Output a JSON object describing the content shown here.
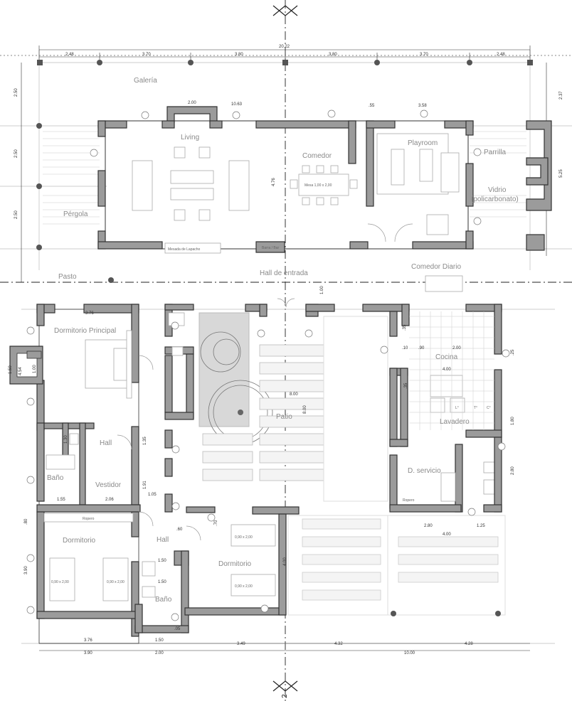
{
  "rooms": {
    "galeria": "Galería",
    "living": "Living",
    "comedor": "Comedor",
    "playroom": "Playroom",
    "parrilla": "Parrilla",
    "vidrio": "Vidrio",
    "policarbonato": "(policarbonato)",
    "pergola": "Pérgola",
    "pasto": "Pasto",
    "hall_entrada": "Hall de entrada",
    "comedor_diario": "Comedor Diario",
    "dormitorio_principal": "Dormitorio Principal",
    "hall_1": "Hall",
    "bano_1": "Baño",
    "vestidor": "Vestidor",
    "patio": "Patio",
    "cocina": "Cocina",
    "lavadero": "Lavadero",
    "d_servicio": "D. servicio",
    "dormitorio_1": "Dormitorio",
    "hall_2": "Hall",
    "dormitorio_2": "Dormitorio",
    "bano_2": "Baño"
  },
  "notes": {
    "mesada_lapacho": "Mesada de Lapacho",
    "barra_bar": "Barra / Bar",
    "mesa": "Mesa 1,00 x 2,00",
    "ropero_1": "Ropero",
    "ropero_2": "Ropero",
    "cama_1": "0,90 x 2,00",
    "cama_2": "0,90 x 2,00",
    "cama_3": "0,90 x 2,00",
    "cama_4": "0,90 x 2,00",
    "lavarropas": "L°",
    "termotanque": "T°",
    "caldera": "C°"
  },
  "dims": {
    "total_width": "20.22",
    "top_1": "2.48",
    "top_2": "3.70",
    "top_3": "3.80",
    "top_4": "3.80",
    "top_5": "3.70",
    "top_6": "2.48",
    "left_1": "2.50",
    "left_2": "2.50",
    "left_3": "2.50",
    "right_1": "2.37",
    "right_2": "5.25",
    "living_bay": "2.00",
    "living_width": "10.63",
    "playroom_a": ".55",
    "playroom_b": "3.58",
    "comedor_h": "4.76",
    "hall_h": "1.00",
    "dorm_w": "3.76",
    "dorm_h": "4.54",
    "dorm_side_a": "1.50",
    "dorm_side_b": "1.00",
    "bano_a": "1.30",
    "hall_a": "1.35",
    "hall_b": "1.91",
    "vest_a": "1.55",
    "vest_b": "2.06",
    "vest_c": "1.05",
    "patio_w": "8.00",
    "patio_h": "8.00",
    "cocina_a": ".35",
    "cocina_b": ".10",
    "cocina_c": ".90",
    "cocina_d": "2.00",
    "cocina_e": "4.00",
    "cocina_f": ".35",
    "right_3": ".25",
    "lav_h": "1.80",
    "serv_h": "2.80",
    "serv_w": "2.80",
    "serv_total": "4.00",
    "serv_c": "1.25",
    "dorm2_a": ".80",
    "dorm2_h": "3.90",
    "hall2_a": "1.50",
    "hall2_b": ".70",
    "hall2_c": ".60",
    "hall2_d": "1.50",
    "bath2_a": ".05",
    "dorm3_h": "4.00",
    "bottom_1": "3.76",
    "bottom_2": "3.90",
    "bottom_3": "1.50",
    "bottom_4": "2.00",
    "bottom_5": "3.49",
    "bottom_6": "4.32",
    "bottom_7": "10.00",
    "bottom_8": "4.28"
  },
  "section_mark_bottom": "2"
}
